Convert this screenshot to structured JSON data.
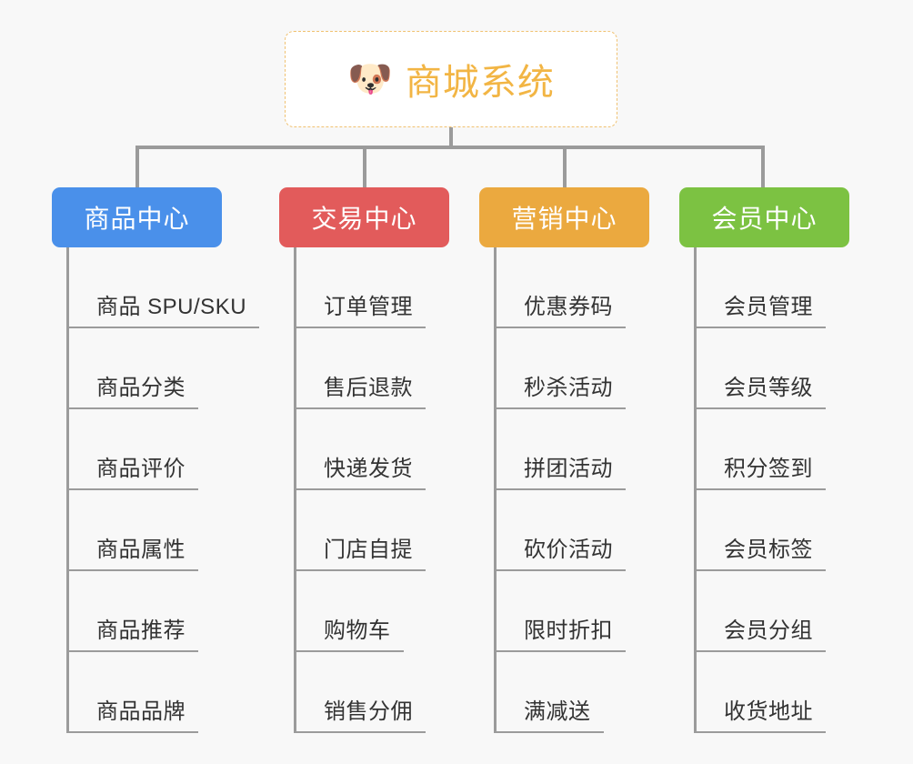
{
  "diagram": {
    "type": "org-tree",
    "background_color": "#f8f8f8",
    "line_color": "#9b9b9b",
    "root": {
      "icon": "shiba-dog-face-emoji",
      "icon_glyph": "🐶",
      "title": "商城系统",
      "text_color": "#f2b544",
      "border_color": "#f0c170",
      "background_color": "#ffffff"
    },
    "columns": [
      {
        "id": "product-center",
        "label": "商品中心",
        "color": "#4a90ea",
        "items": [
          "商品 SPU/SKU",
          "商品分类",
          "商品评价",
          "商品属性",
          "商品推荐",
          "商品品牌"
        ]
      },
      {
        "id": "trade-center",
        "label": "交易中心",
        "color": "#e25b5b",
        "items": [
          "订单管理",
          "售后退款",
          "快递发货",
          "门店自提",
          "购物车",
          "销售分佣"
        ]
      },
      {
        "id": "marketing-center",
        "label": "营销中心",
        "color": "#eba93f",
        "items": [
          "优惠券码",
          "秒杀活动",
          "拼团活动",
          "砍价活动",
          "限时折扣",
          "满减送"
        ]
      },
      {
        "id": "member-center",
        "label": "会员中心",
        "color": "#7cc242",
        "items": [
          "会员管理",
          "会员等级",
          "积分签到",
          "会员标签",
          "会员分组",
          "收货地址"
        ]
      }
    ]
  }
}
